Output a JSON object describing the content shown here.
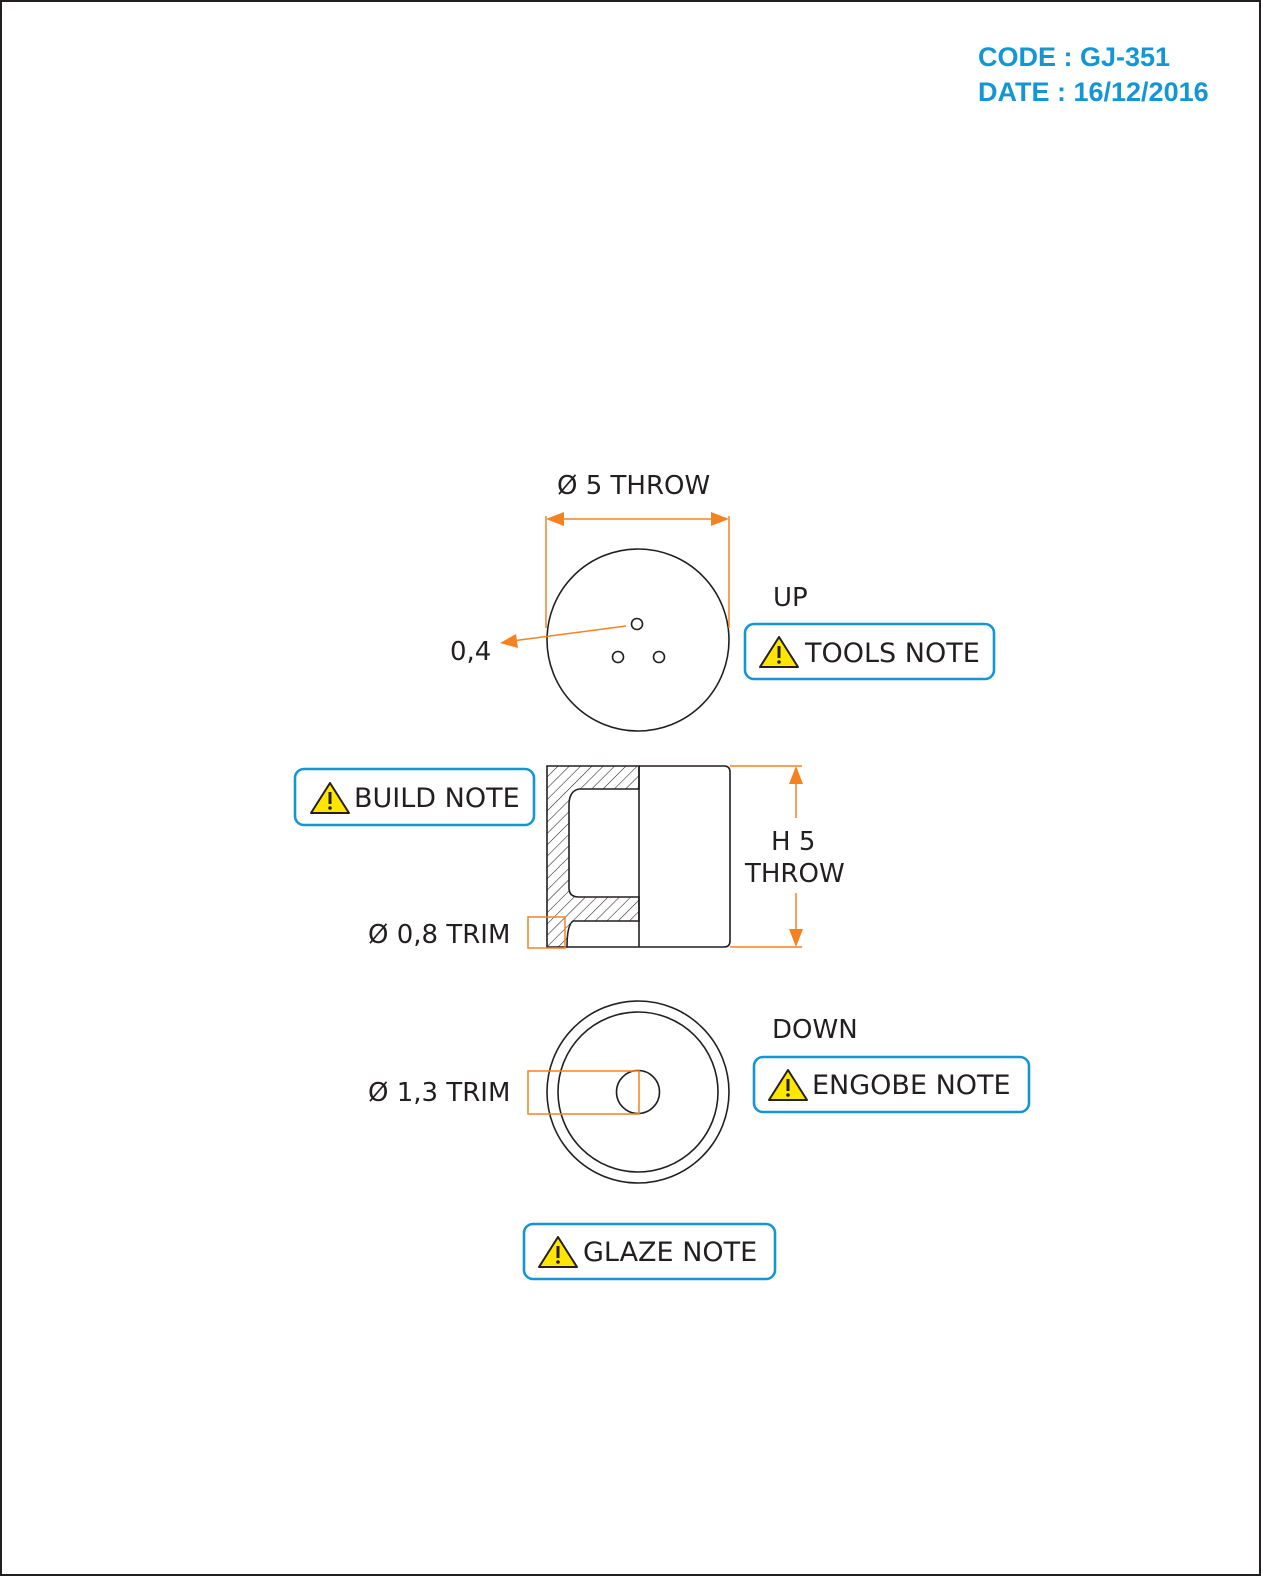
{
  "header": {
    "code": "CODE : GJ-351",
    "date": "DATE : 16/12/2016"
  },
  "colors": {
    "header_text": "#1596d4",
    "note_border": "#1596d4",
    "dimension_line": "#f58220",
    "warning_fill": "#ffe600",
    "ink": "#231f20"
  },
  "views": {
    "top": {
      "label": "UP"
    },
    "bottom": {
      "label": "DOWN"
    }
  },
  "dimensions": {
    "diameter": "Ø 5 THROW",
    "hole": "0,4",
    "height_line1": "H 5",
    "height_line2": "THROW",
    "trim_small": "Ø 0,8 TRIM",
    "trim_large": "Ø 1,3 TRIM"
  },
  "notes": {
    "tools": {
      "label": "TOOLS NOTE",
      "icon": "warning-triangle-icon"
    },
    "build": {
      "label": "BUILD NOTE",
      "icon": "warning-triangle-icon"
    },
    "engobe": {
      "label": "ENGOBE NOTE",
      "icon": "warning-triangle-icon"
    },
    "glaze": {
      "label": "GLAZE NOTE",
      "icon": "warning-triangle-icon"
    }
  }
}
